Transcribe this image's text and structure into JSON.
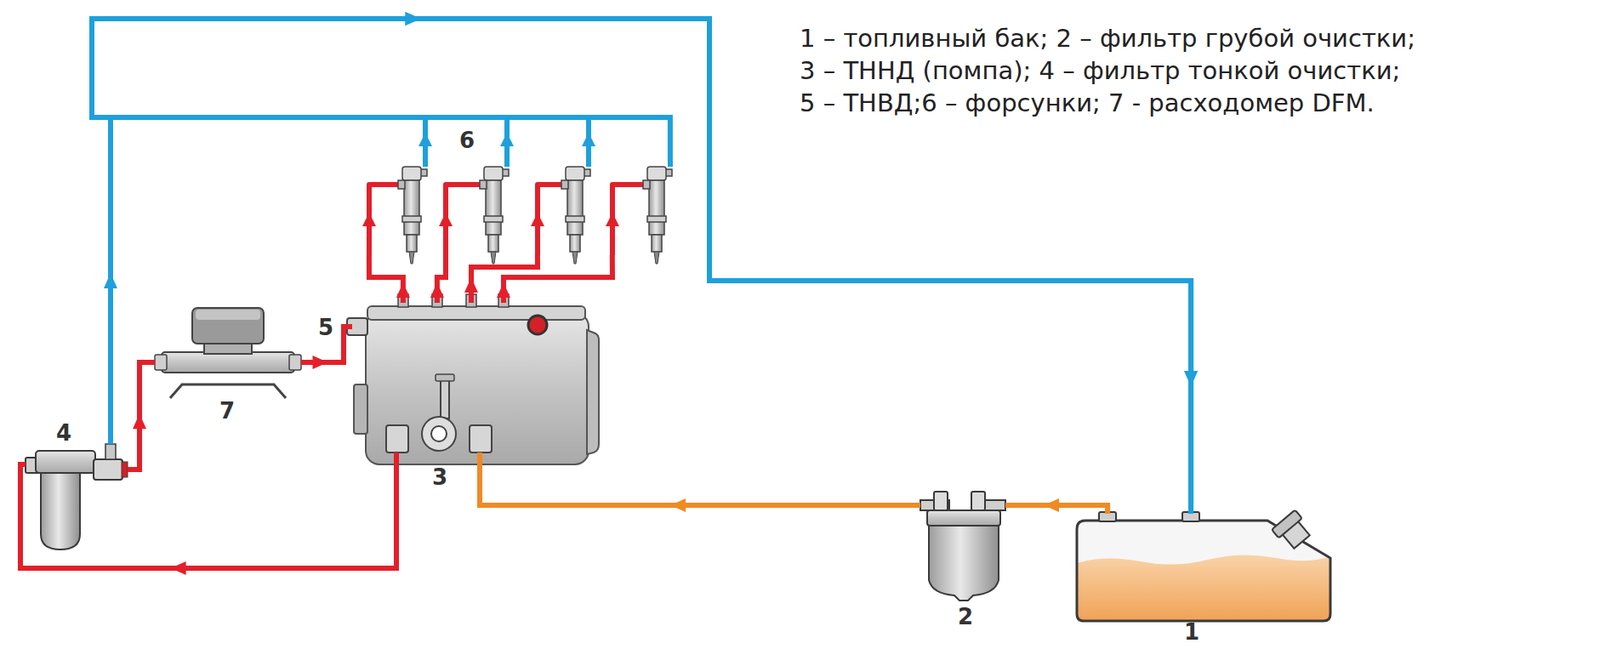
{
  "diagram": {
    "nodes": [
      {
        "text": [
          "1"
        ]
      },
      {
        "text": [
          "2"
        ]
      },
      {
        "text": [
          "3"
        ]
      },
      {
        "text": [
          "4"
        ]
      },
      {
        "text": [
          "5"
        ]
      },
      {
        "text": [
          "6"
        ]
      },
      {
        "text": [
          "7"
        ]
      }
    ],
    "edges": [
      {
        "from": 0,
        "to": 1,
        "arrow": "to"
      },
      {
        "from": 1,
        "to": 2,
        "arrow": "to"
      },
      {
        "from": 2,
        "to": 3,
        "arrow": "to"
      },
      {
        "from": 3,
        "to": 6,
        "arrow": "to"
      },
      {
        "from": 6,
        "to": 4,
        "arrow": "to"
      },
      {
        "from": 4,
        "to": 5,
        "arrow": "to"
      },
      {
        "from": 5,
        "to": 0,
        "arrow": "to"
      },
      {
        "from": 3,
        "to": 0,
        "arrow": "to"
      }
    ],
    "labels": [
      "1 – топливный бак; 2 – фильтр грубой очистки;",
      "3 – ТННД (помпа); 4 – фильтр тонкой очистки;",
      "5 – ТНВД;6 – форсунки; 7 - расходомер DFM."
    ]
  }
}
